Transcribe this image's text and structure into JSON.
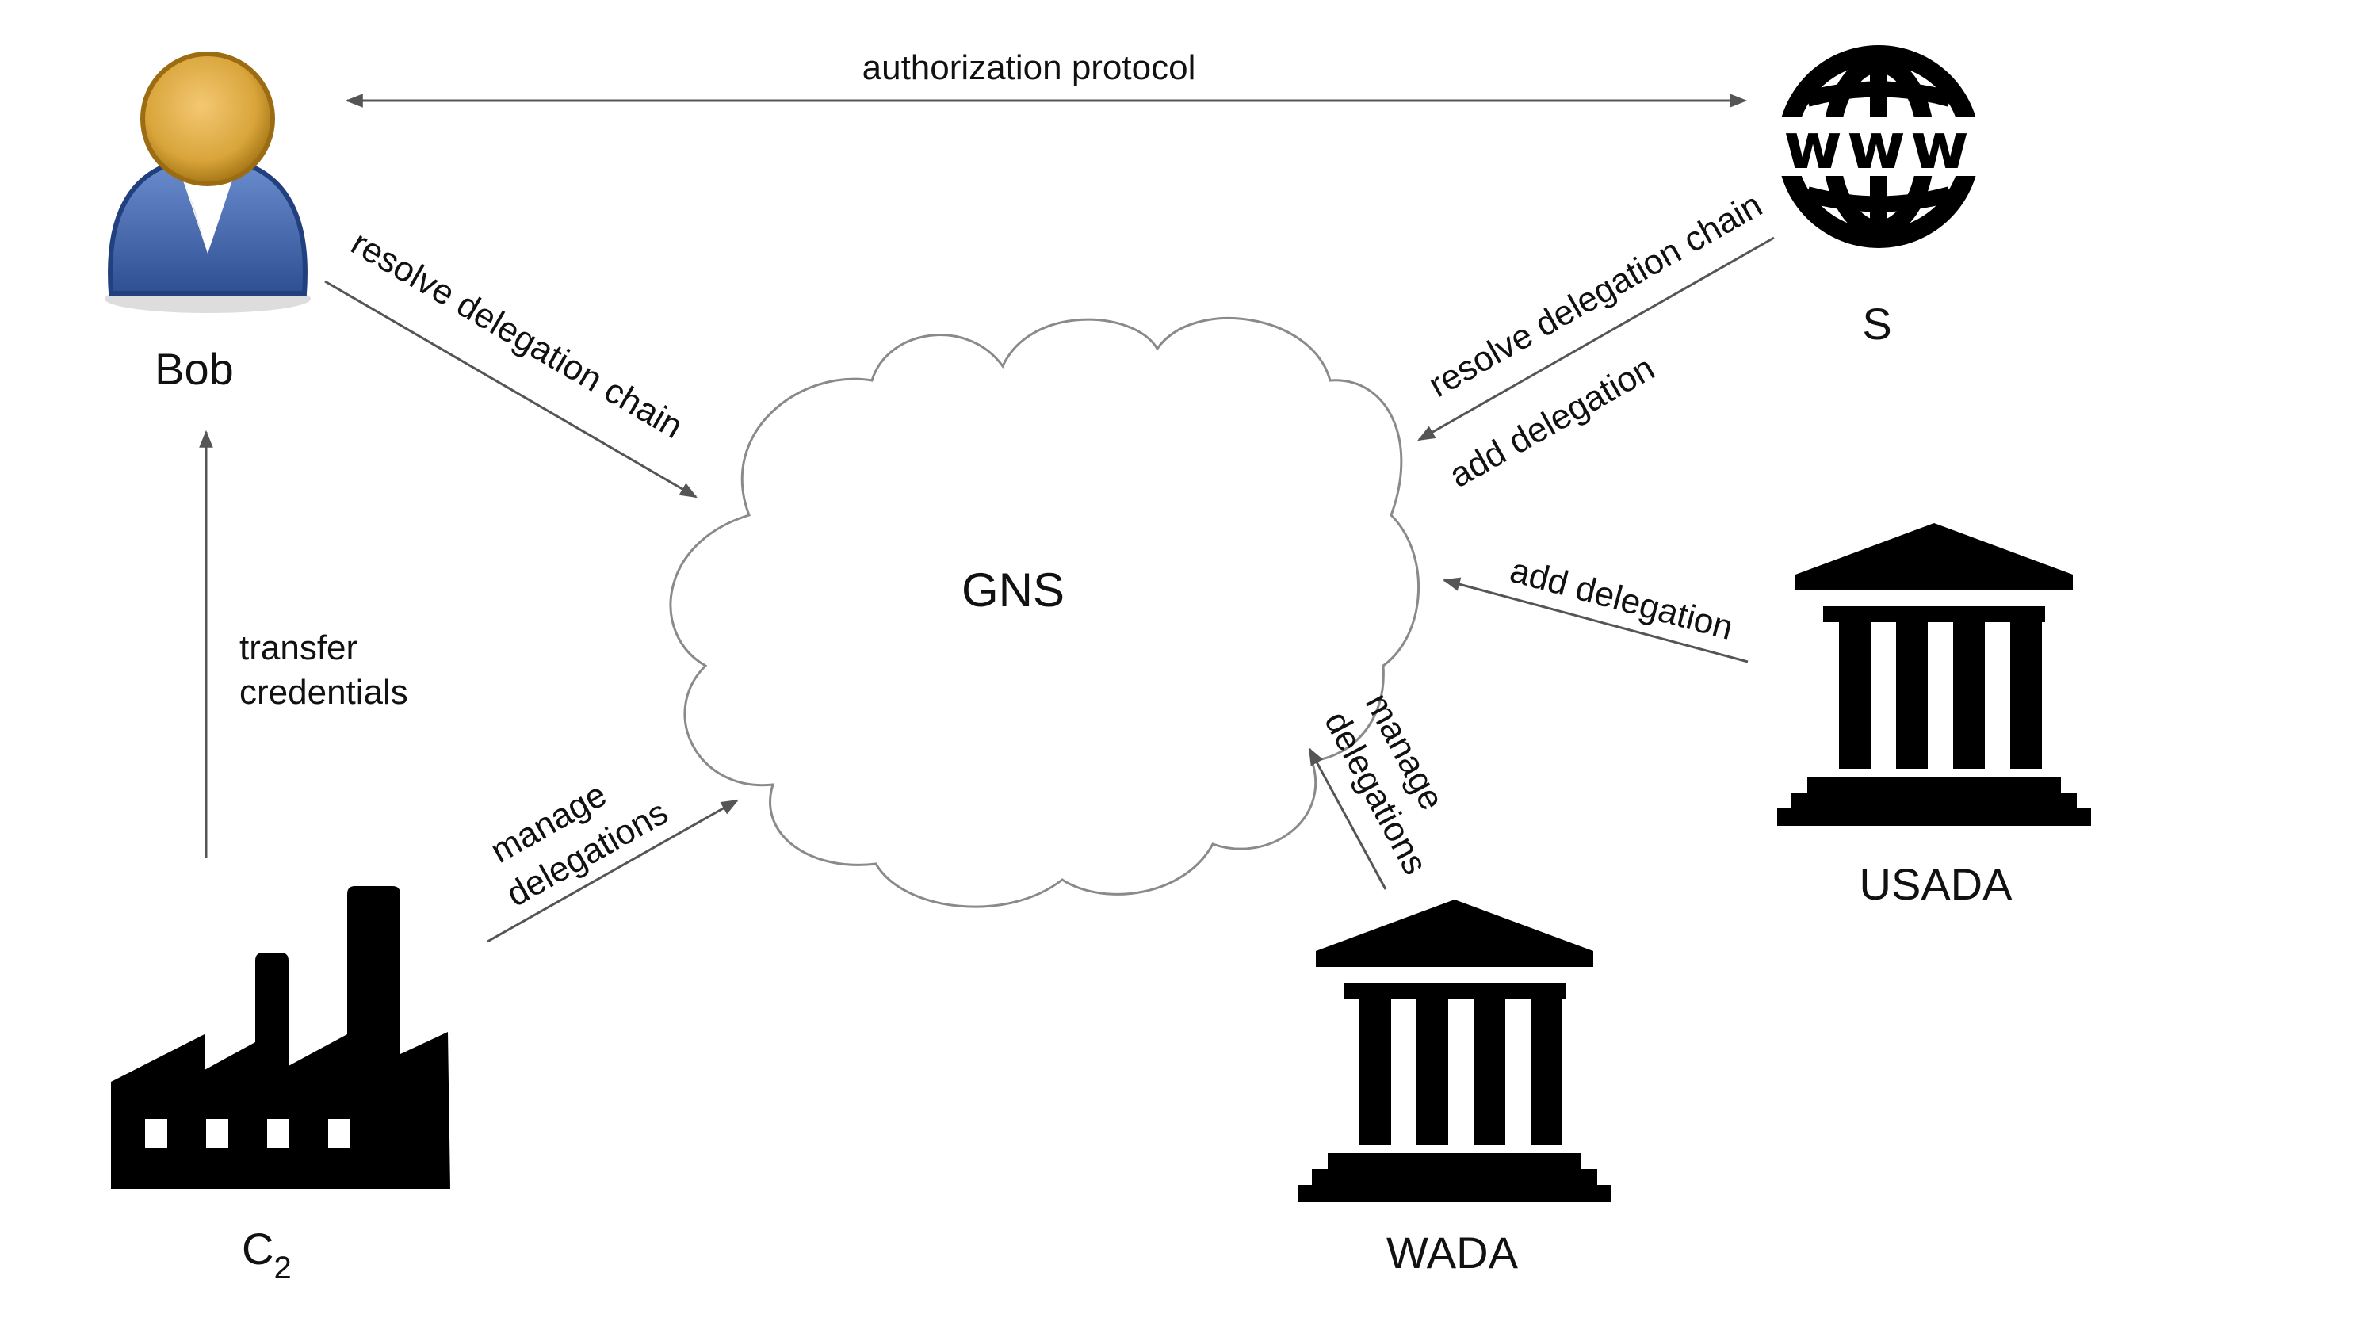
{
  "nodes": {
    "bob": "Bob",
    "server": "S",
    "gns": "GNS",
    "company": "C",
    "company_sub": "2",
    "usada": "USADA",
    "wada": "WADA"
  },
  "icons": {
    "bob": "user-icon",
    "server": "www-globe-icon",
    "company": "factory-icon",
    "usada": "institution-building-icon",
    "wada": "institution-building-icon",
    "gns": "cloud-icon"
  },
  "edges": {
    "auth": "authorization protocol",
    "bob_resolve": "resolve delegation chain",
    "s_resolve": "resolve delegation chain",
    "s_add": "add delegation",
    "usada_add": "add delegation",
    "wada_manage_1": "manage",
    "wada_manage_2": "delegations",
    "c2_manage_1": "manage",
    "c2_manage_2": "delegations",
    "transfer_1": "transfer",
    "transfer_2": "credentials"
  },
  "colors": {
    "bob_head": "#d9a53b",
    "bob_body": "#3f62a8",
    "edge": "#555555",
    "cloud_stroke": "#8a8a8a"
  }
}
